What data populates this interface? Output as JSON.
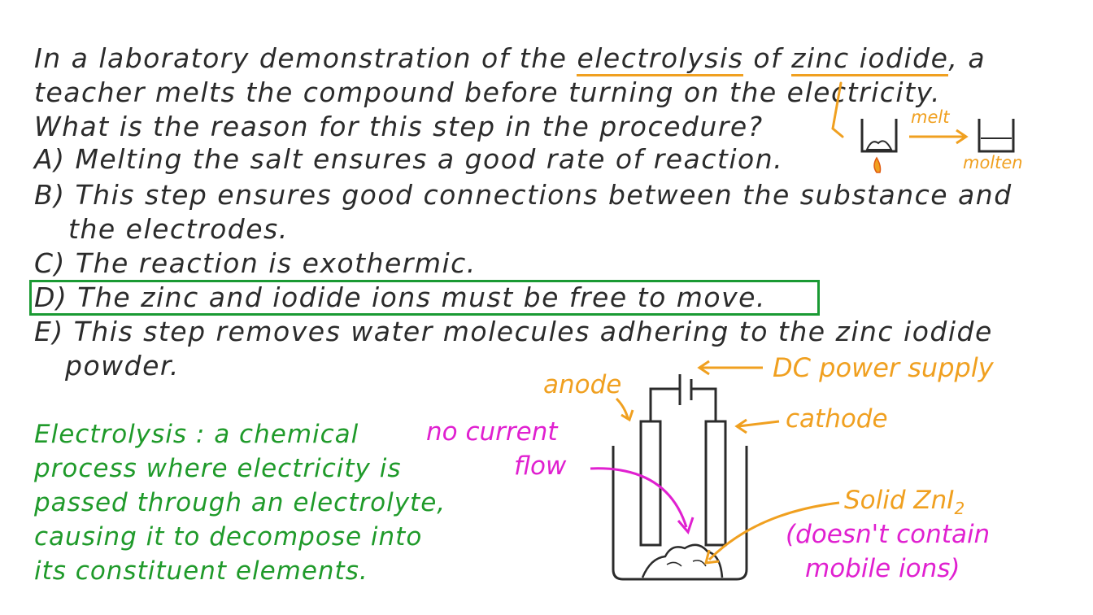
{
  "question": {
    "line1_a": "In a laboratory demonstration of the ",
    "line1_term1": "electrolysis",
    "line1_b": " of ",
    "line1_term2": "zinc iodide",
    "line1_c": ", a",
    "line2": "teacher melts the compound before turning on the electricity.",
    "line3": "What is the reason for this step in the procedure?"
  },
  "options": [
    {
      "label": "A)",
      "text": "Melting the salt ensures a good rate of reaction."
    },
    {
      "label": "B)",
      "text": "This step ensures good connections between the substance and",
      "text_cont": "the electrodes."
    },
    {
      "label": "C)",
      "text": "The reaction is exothermic."
    },
    {
      "label": "D)",
      "text": "The zinc and iodide ions must be free to move."
    },
    {
      "label": "E)",
      "text": "This step removes water molecules adhering to the zinc iodide",
      "text_cont": "powder."
    }
  ],
  "melt_sketch": {
    "arrow_label": "melt",
    "result_label": "molten"
  },
  "definition": {
    "lines": [
      "Electrolysis : a chemical",
      "process where electricity is",
      "passed through an electrolyte,",
      "causing it to decompose into",
      "its constituent elements."
    ]
  },
  "diagram": {
    "power_supply": "DC power supply",
    "anode": "anode",
    "cathode": "cathode",
    "no_current_1": "no current",
    "no_current_2": "flow",
    "solid_a": "Solid ZnI",
    "solid_sub": "2",
    "solid_b": "(doesn't contain",
    "solid_c": "mobile ions)"
  },
  "colors": {
    "ink": "#2b2b2b",
    "orange": "#f0a020",
    "green": "#1a9a33",
    "magenta": "#e020d0"
  }
}
